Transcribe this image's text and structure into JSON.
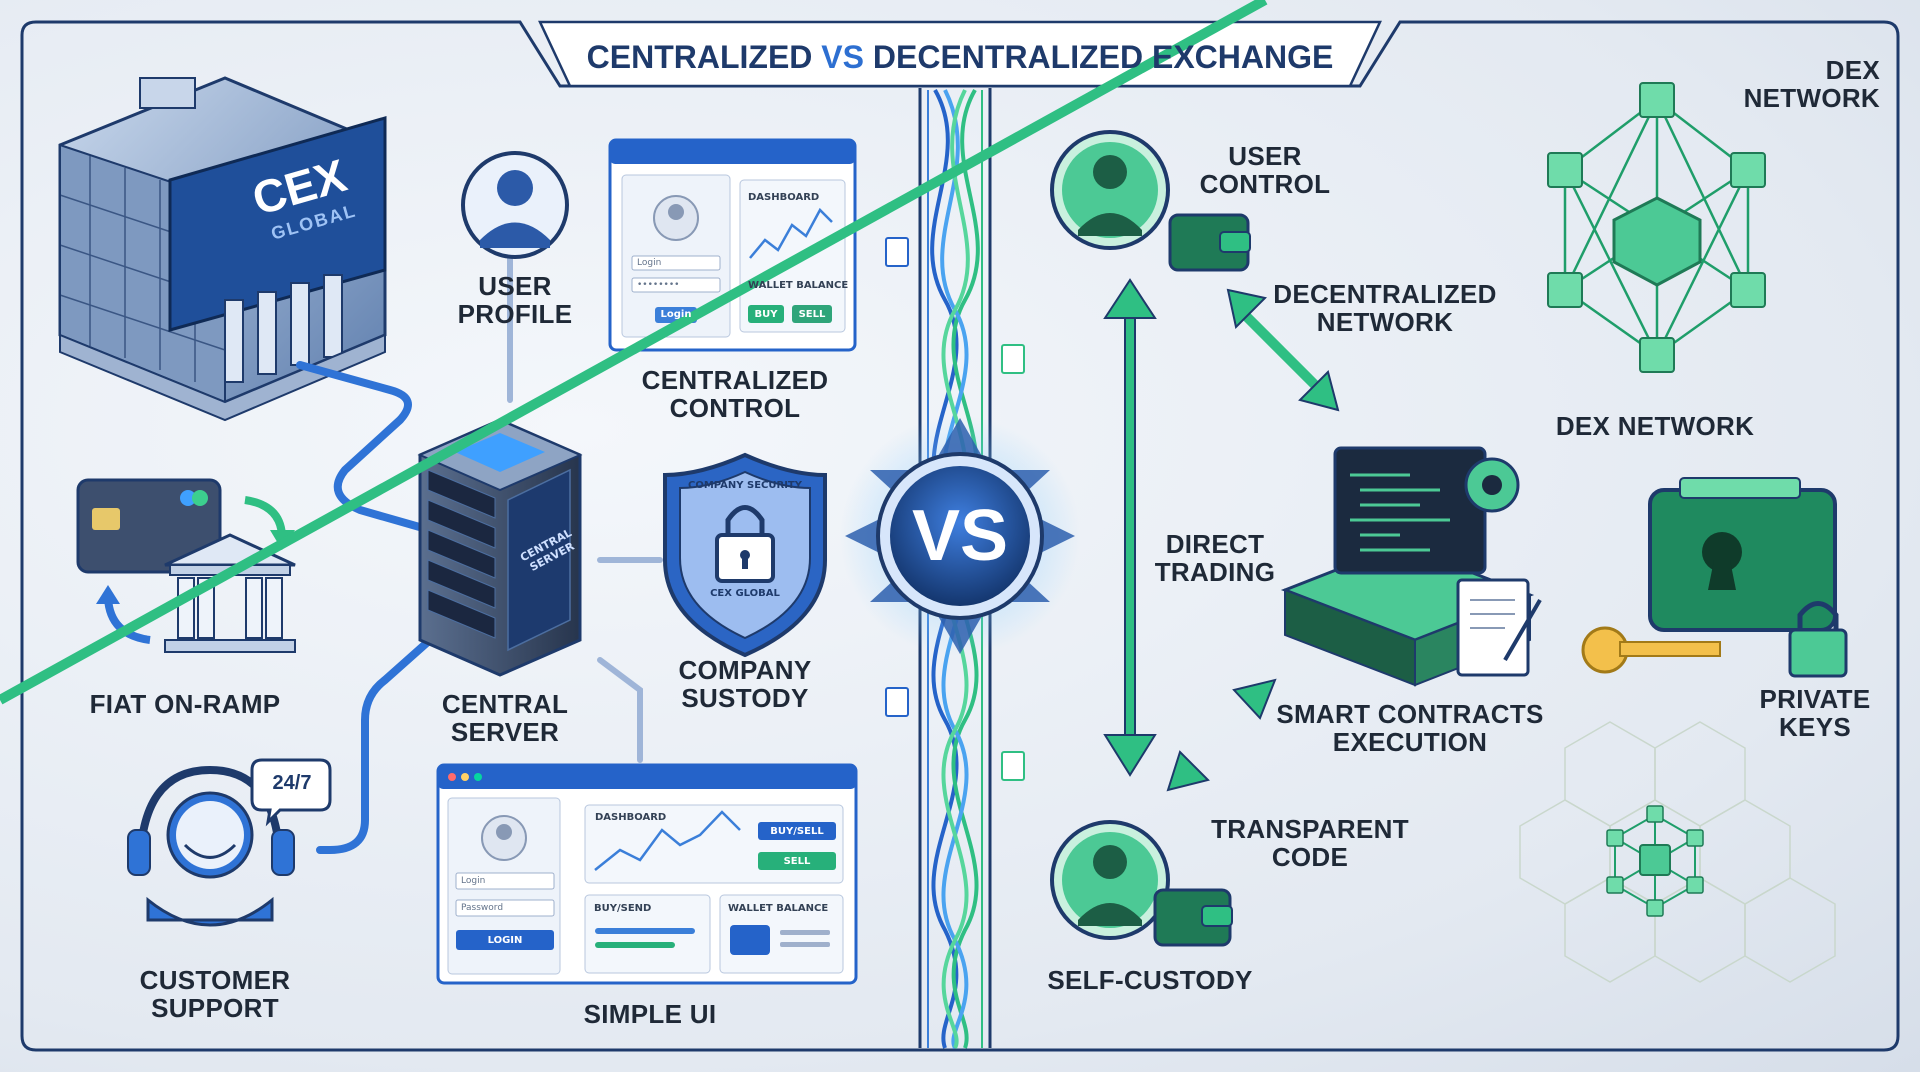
{
  "title": {
    "part1": "CENTRALIZED",
    "vs": "VS",
    "part2": "DECENTRALIZED EXCHANGE"
  },
  "cex_building": {
    "brand": "CEX",
    "sub": "GLOBAL"
  },
  "labels": {
    "user_profile": "USER PROFILE",
    "centralized_control": "CENTRALIZED CONTROL",
    "fiat_on_ramp": "FIAT ON-RAMP",
    "central_server": "CENTRAL SERVER",
    "company_custody": "COMPANY SUSTODY",
    "customer_support": "CUSTOMER SUPPORT",
    "simple_ui": "SIMPLE UI",
    "vs_badge": "VS",
    "user_control": "USER CONTROL",
    "decentralized_network": "DECENTRALIZED NETWORK",
    "dex_network_top": "DEX NETWORK",
    "dex_network": "DEX NETWORK",
    "direct_trading": "DIRECT TRADING",
    "smart_contracts": "SMART CONTRACTS EXECUTION",
    "private_keys": "PRIVATE KEYS",
    "transparent_code": "TRANSPARENT CODE",
    "self_custody": "SELF-CUSTODY"
  },
  "server_tag": "CENTRAL SERVER",
  "shield": {
    "top_text": "COMPANY SECURITY",
    "bottom_text": "CEX GLOBAL"
  },
  "support_badge": "24/7",
  "top_ui": {
    "dashboard": "DASHBOARD",
    "login": "Login",
    "password": "••••••••",
    "login_btn": "Login",
    "wallet_balance": "WALLET BALANCE",
    "buy": "BUY",
    "sell": "SELL"
  },
  "bottom_ui": {
    "dashboard": "DASHBOARD",
    "buy_sell": "BUY/SELL",
    "sell": "SELL",
    "login": "Login",
    "password": "Password",
    "login_btn": "LOGIN",
    "buy_send": "BUY/SEND",
    "wallet_balance": "WALLET BALANCE"
  },
  "colors": {
    "cex_blue": "#2563c9",
    "dex_green": "#2fbf83",
    "navy": "#1e3a6b"
  }
}
